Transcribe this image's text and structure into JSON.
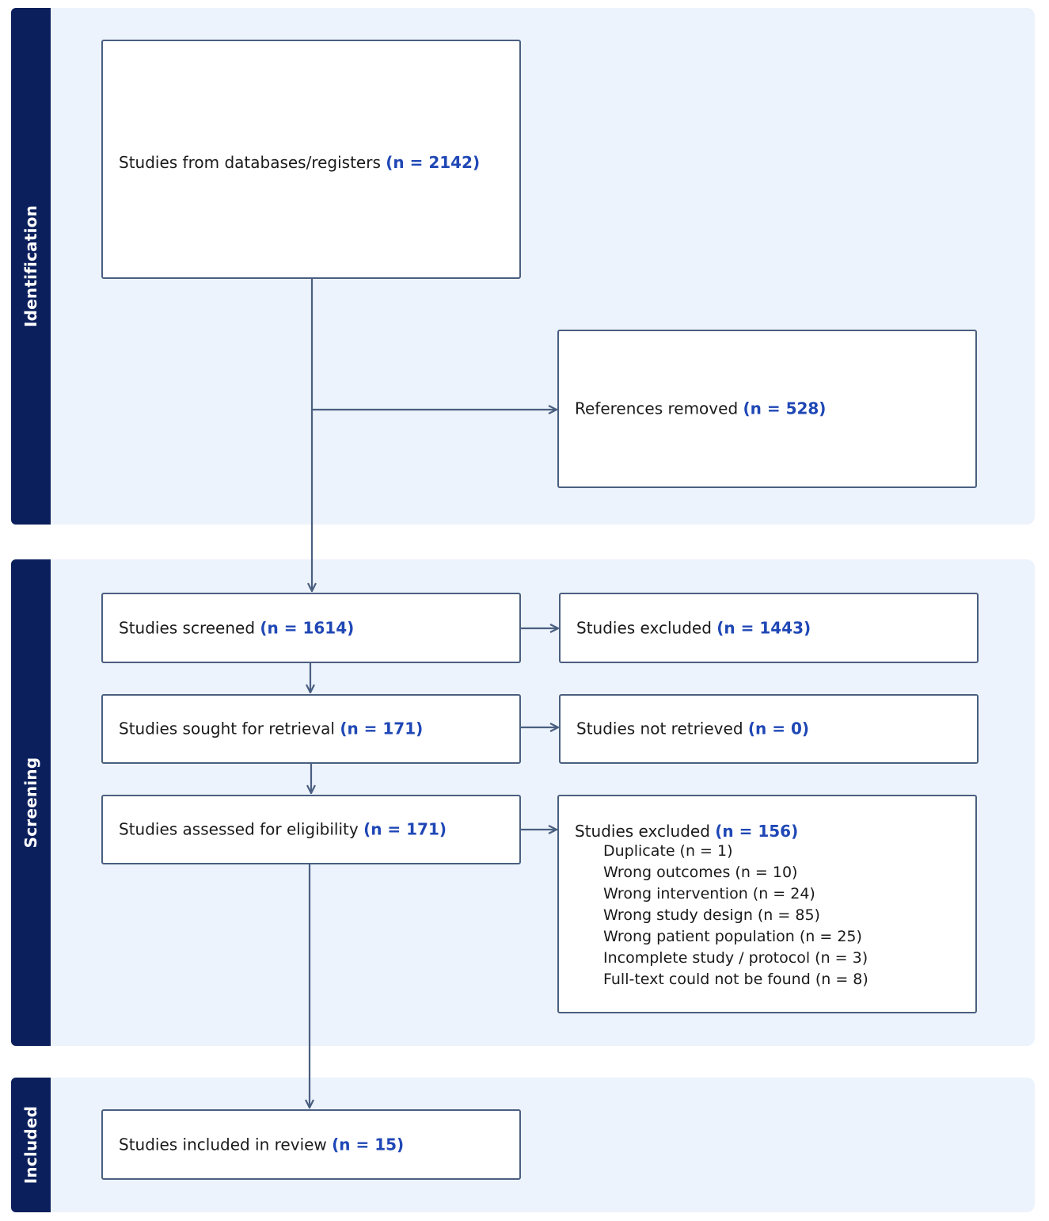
{
  "phases": {
    "identification": "Identification",
    "screening": "Screening",
    "included": "Included"
  },
  "boxes": {
    "databases": {
      "text": "Studies from databases/registers",
      "n": "(n = 2142)"
    },
    "removed": {
      "text": "References removed",
      "n": "(n = 528)"
    },
    "screened": {
      "text": "Studies screened",
      "n": "(n = 1614)"
    },
    "excluded_screen": {
      "text": "Studies excluded",
      "n": "(n = 1443)"
    },
    "sought": {
      "text": "Studies sought for retrieval",
      "n": "(n = 171)"
    },
    "not_retrieved": {
      "text": "Studies not retrieved",
      "n": "(n = 0)"
    },
    "assessed": {
      "text": "Studies assessed for eligibility",
      "n": "(n = 171)"
    },
    "excluded_full": {
      "text": "Studies excluded",
      "n": "(n = 156)",
      "reasons": [
        "Duplicate (n = 1)",
        "Wrong outcomes (n = 10)",
        "Wrong intervention (n = 24)",
        "Wrong study design (n = 85)",
        "Wrong patient population (n = 25)",
        "Incomplete study / protocol (n = 3)",
        "Full-text could not be found (n = 8)"
      ]
    },
    "included": {
      "text": "Studies included in review",
      "n": "(n = 15)"
    }
  },
  "colors": {
    "phase_bar": "#0b1f5c",
    "phase_background": "#edf3fc",
    "box_border": "#4a5f80",
    "count_text": "#1f47b5",
    "arrow": "#4a5f80"
  }
}
